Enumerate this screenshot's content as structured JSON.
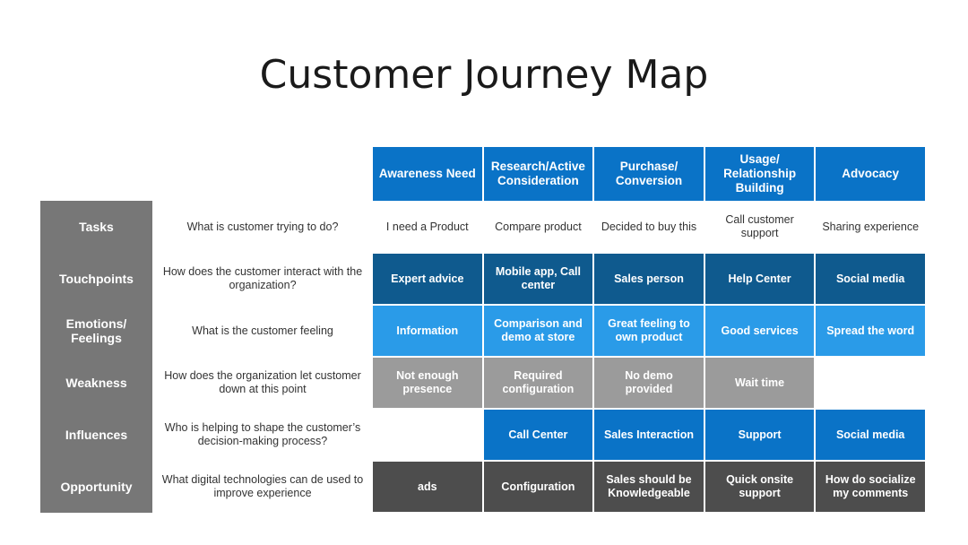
{
  "title": "Customer Journey Map",
  "stages": [
    "Awareness Need",
    "Research/Active Consideration",
    "Purchase/ Conversion",
    "Usage/ Relationship Building",
    "Advocacy"
  ],
  "rows": [
    {
      "label": "Tasks",
      "question": "What is customer trying to do?",
      "cells": [
        "I need a Product",
        "Compare product",
        "Decided to buy this",
        "Call customer support",
        "Sharing experience"
      ]
    },
    {
      "label": "Touchpoints",
      "question": "How does the customer interact with the organization?",
      "cells": [
        "Expert advice",
        "Mobile app, Call center",
        "Sales person",
        "Help Center",
        "Social media"
      ]
    },
    {
      "label": "Emotions/ Feelings",
      "question": "What is the customer feeling",
      "cells": [
        "Information",
        "Comparison and demo at store",
        "Great feeling to own product",
        "Good services",
        "Spread the word"
      ]
    },
    {
      "label": "Weakness",
      "question": "How does the organization let customer down at this point",
      "cells": [
        "Not enough presence",
        "Required configuration",
        "No demo provided",
        "Wait time",
        ""
      ]
    },
    {
      "label": "Influences",
      "question": "Who is helping to shape the customer’s decision-making process?",
      "cells": [
        "",
        "Call Center",
        "Sales Interaction",
        "Support",
        "Social media"
      ]
    },
    {
      "label": "Opportunity",
      "question": "What digital technologies can de used to improve experience",
      "cells": [
        "ads",
        "Configuration",
        "Sales should be Knowledgeable",
        "Quick onsite support",
        "How do socialize my comments"
      ]
    }
  ],
  "colors": {
    "stage_header": "#0a73c7",
    "row_label": "#777777",
    "touchpoints": "#0f5a8e",
    "emotions": "#2a9be8",
    "weakness": "#9b9b9b",
    "influences": "#0a73c7",
    "opportunity": "#4d4d4d"
  }
}
